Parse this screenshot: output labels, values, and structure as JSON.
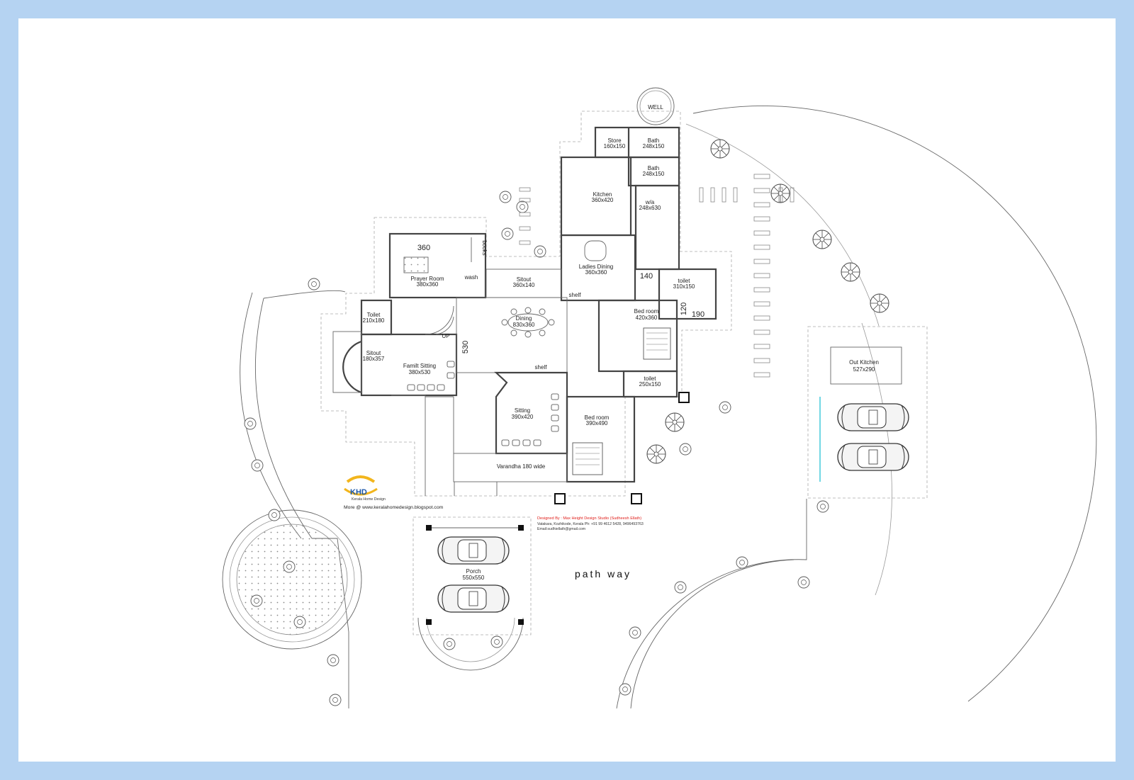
{
  "rooms": {
    "well": "WELL",
    "store": {
      "name": "Store",
      "size": "160x150"
    },
    "bath1": {
      "name": "Bath",
      "size": "248x150"
    },
    "bath2": {
      "name": "Bath",
      "size": "248x150"
    },
    "kitchen": {
      "name": "Kitchen",
      "size": "360x420"
    },
    "wa": {
      "name": "w/a",
      "size": "248x630"
    },
    "ladies_dining": {
      "name": "Ladies Dining",
      "size": "360x360"
    },
    "prayer": {
      "name": "Prayer Room",
      "size": "380x360"
    },
    "books": "books",
    "wash": "wash",
    "sitout_center": {
      "name": "Sitout",
      "size": "360x140"
    },
    "shelf_top": "shelf",
    "toilet_right": {
      "name": "toilet",
      "size": "310x150"
    },
    "bedroom_top": {
      "name": "Bed room",
      "size": "420x360"
    },
    "toilet_left": {
      "name": "Toilet",
      "size": "210x180"
    },
    "dining": {
      "name": "Dining",
      "size": "830x360"
    },
    "up": "UP",
    "sitout_left": {
      "name": "Sitout",
      "size": "180x357"
    },
    "family": {
      "name": "Familt Sitting",
      "size": "380x530"
    },
    "shelf_mid": "shelf",
    "toilet_mid": {
      "name": "toilet",
      "size": "250x150"
    },
    "sitting": {
      "name": "Sitting",
      "size": "390x420"
    },
    "bedroom_bottom": {
      "name": "Bed room",
      "size": "390x490"
    },
    "varandha": "Varandha 180 wide",
    "out_kitchen": {
      "name": "Out Kitchen",
      "size": "527x290"
    },
    "porch": {
      "name": "Porch",
      "size": "550x550"
    }
  },
  "dimensions": {
    "d360": "360",
    "d530": "530",
    "d140": "140",
    "d120": "120",
    "d190": "190"
  },
  "path_way": "path way",
  "credits": {
    "designed_by": "Designed By : Max Height Design Studio (Sudheesh Ellath)",
    "address": "Vatakara, Kozhikode, Kerala  Ph: +91 99 4612 5428, 9496493763",
    "email": "Email:sudhiellath@gmail.com"
  },
  "logo": {
    "mark": "KHD",
    "tagline": "Kerala Home Design",
    "more": "More @ www.keralahomedesign.blogspot.com"
  },
  "colors": {
    "border": "#b5d3f2",
    "sheet": "#ffffff",
    "logo_gold": "#f2b51c",
    "logo_blue": "#1a56a8",
    "credit_red": "#e0201c"
  }
}
